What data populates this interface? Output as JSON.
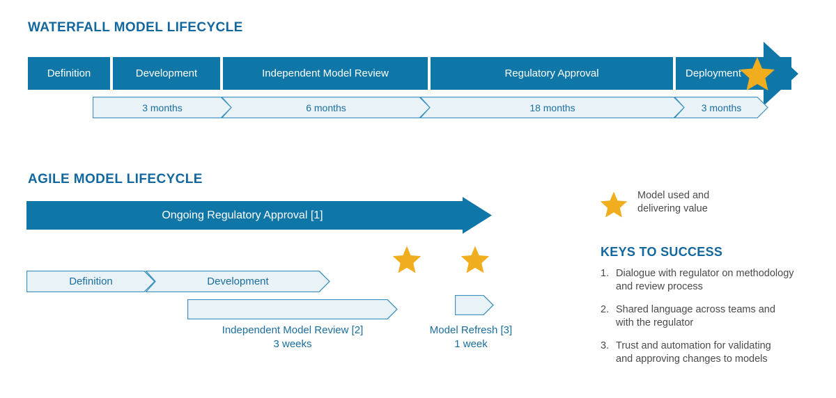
{
  "colors": {
    "brand_blue": "#0f76a8",
    "title_blue": "#12679e",
    "outline_blue": "#3c91bf",
    "chevron_fill": "#e9f2f7",
    "star_gold": "#F0AD1E",
    "body_gray": "#4a4a4a"
  },
  "waterfall": {
    "title": "WATERFALL MODEL LIFECYCLE",
    "phases": [
      {
        "label": "Definition",
        "duration": "3 months"
      },
      {
        "label": "Development",
        "duration": "6 months"
      },
      {
        "label": "Independent Model Review",
        "duration": "18 months"
      },
      {
        "label": "Regulatory Approval",
        "duration": "3 months"
      },
      {
        "label": "Deployment",
        "duration": ""
      }
    ],
    "durations": [
      "3 months",
      "6 months",
      "18 months",
      "3 months"
    ],
    "star_on_phase": "Deployment"
  },
  "agile": {
    "title": "AGILE MODEL LIFECYCLE",
    "ongoing_bar": "Ongoing Regulatory Approval [1]",
    "phases": [
      {
        "label": "Definition"
      },
      {
        "label": "Development"
      }
    ],
    "review": {
      "label": "Independent Model Review [2]",
      "duration": "3 weeks"
    },
    "refresh": {
      "label": "Model Refresh [3]",
      "duration": "1 week"
    },
    "star_count": 2
  },
  "legend": {
    "icon": "star-icon",
    "line1": "Model used and",
    "line2": "delivering value"
  },
  "keys": {
    "title": "KEYS TO SUCCESS",
    "items": [
      {
        "num": "1.",
        "line1": "Dialogue with regulator on methodology",
        "line2": "and review process"
      },
      {
        "num": "2.",
        "line1": "Shared language across teams and",
        "line2": "with the regulator"
      },
      {
        "num": "3.",
        "line1": "Trust and automation for validating",
        "line2": "and approving changes to models"
      }
    ]
  }
}
